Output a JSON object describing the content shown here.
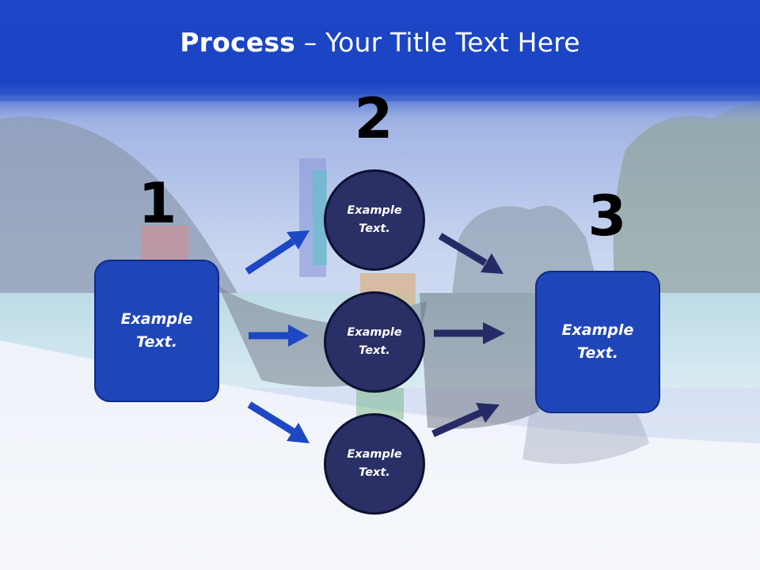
{
  "colors": {
    "title_bar": "#1a44c4",
    "box_fill": "#1f46b8",
    "circle_fill": "#2a2f66",
    "arrow_blue": "#1e47c4",
    "arrow_navy": "#262b66"
  },
  "title": {
    "bold": "Process",
    "rest": " – Your Title Text Here"
  },
  "steps": {
    "one": {
      "number": "1",
      "text": "Example\nText."
    },
    "two": {
      "number": "2",
      "circles": [
        {
          "text": "Example\nText."
        },
        {
          "text": "Example\nText."
        },
        {
          "text": "Example\nText."
        }
      ]
    },
    "three": {
      "number": "3",
      "text": "Example\nText."
    }
  },
  "background": {
    "description_icon": "beach-boats-photo"
  }
}
